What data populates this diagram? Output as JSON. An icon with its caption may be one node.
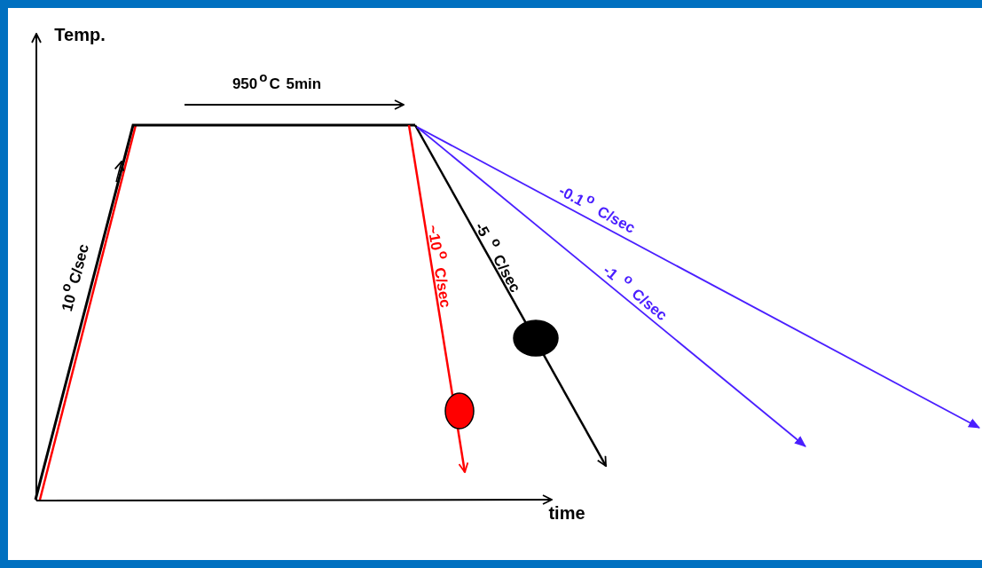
{
  "diagram": {
    "labels": [
      "Temp.",
      "950$^{o}$C 5min",
      "10$^{o}$C/sec",
      "~10$^{o}$ C/sec",
      "-5 $^{o}$ C/sec",
      "-0.1$^{o}$ C/sec",
      "-1 $^{o}$ C/sec",
      "time"
    ]
  }
}
